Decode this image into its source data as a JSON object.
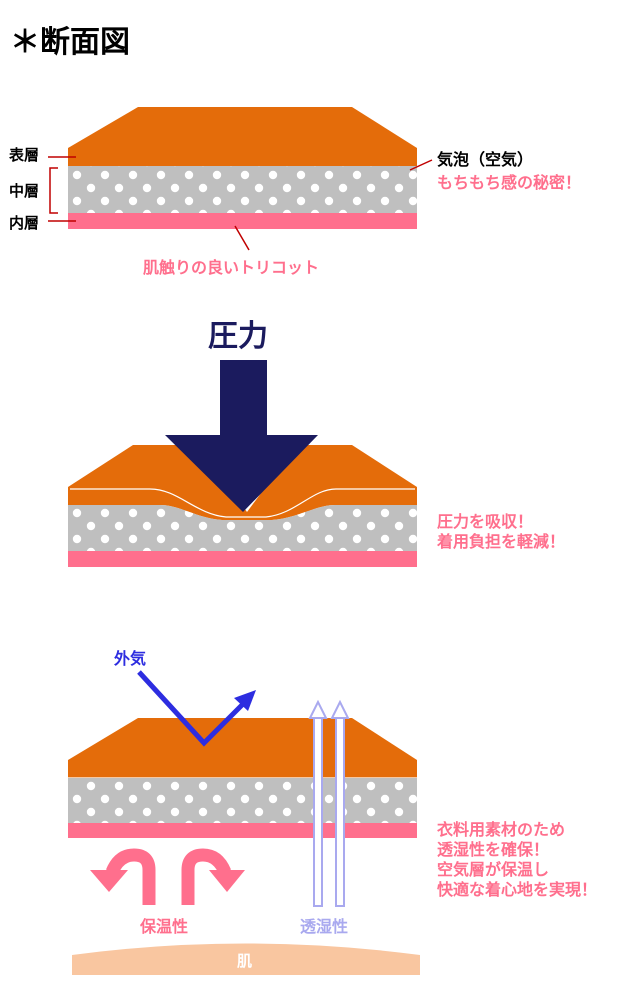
{
  "title": "＊断面図",
  "section1": {
    "label_outer": "表層",
    "label_middle": "中層",
    "label_inner": "内層",
    "bubble_label": "気泡（空気）",
    "bubble_note": "もちもち感の秘密！",
    "inner_note": "肌触りの良いトリコット"
  },
  "section2": {
    "pressure_label": "圧力",
    "absorb_line1": "圧力を吸収！",
    "absorb_line2": "着用負担を軽減！"
  },
  "section3": {
    "outside_air": "外気",
    "heat_retention": "保温性",
    "moisture": "透湿性",
    "skin": "肌",
    "note_lines": [
      "衣料用素材のため",
      "透湿性を確保！",
      "空気層が保温し",
      "快適な着心地を実現！"
    ]
  },
  "colors": {
    "outer_layer": "#e46c0a",
    "middle_layer": "#bfbfbf",
    "bubble_dot": "#ffffff",
    "inner_layer": "#ff6f8d",
    "pressure_arrow": "#1b1b5e",
    "air_arrow": "#2d2de0",
    "moisture_arrow": "#a9a9ef",
    "skin": "#f9c6a0",
    "pink_text": "#ff6f8d",
    "title_text": "#000000"
  }
}
